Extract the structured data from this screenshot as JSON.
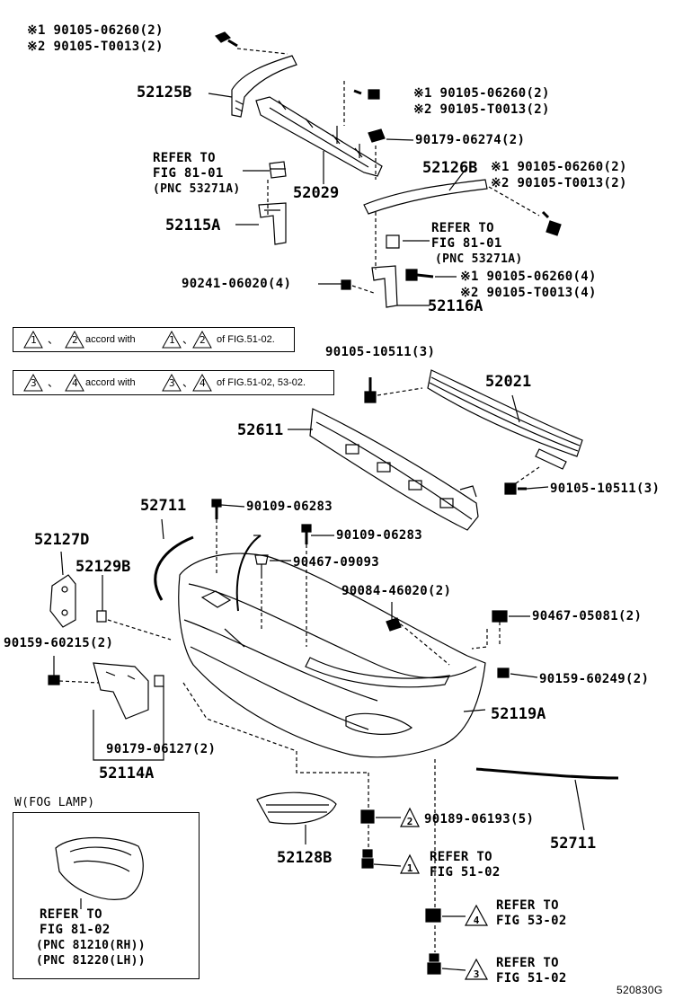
{
  "diagram_id": "520830G",
  "notes": {
    "note1": {
      "sym_a": "1",
      "sym_b": "2",
      "text_mid": "accord with",
      "text_end": "of FIG.51-02."
    },
    "note2": {
      "sym_a": "3",
      "sym_b": "4",
      "text_mid": "accord with",
      "text_end": "of FIG.51-02, 53-02."
    }
  },
  "fog_lamp_box": {
    "title": "W(FOG LAMP)",
    "refer": "REFER TO",
    "fig": "FIG 81-02",
    "pnc_rh": "(PNC 81210(RH))",
    "pnc_lh": "(PNC 81220(LH))"
  },
  "labels": {
    "l01": "※1 90105-06260(2)",
    "l02": "※2 90105-T0013(2)",
    "l03": "52125B",
    "l04": "※1 90105-06260(2)",
    "l05": "※2 90105-T0013(2)",
    "l06": "90179-06274(2)",
    "l07": "REFER TO",
    "l08": "FIG 81-01",
    "l09": "(PNC 53271A)",
    "l10": "52029",
    "l11": "52126B",
    "l12": "※1 90105-06260(2)",
    "l13": "※2 90105-T0013(2)",
    "l14": "52115A",
    "l15": "REFER TO",
    "l16": "FIG 81-01",
    "l17": "(PNC 53271A)",
    "l18": "90241-06020(4)",
    "l19": "※1 90105-06260(4)",
    "l20": "※2 90105-T0013(4)",
    "l21": "52116A",
    "l22": "90105-10511(3)",
    "l23": "52021",
    "l24": "52611",
    "l25": "90105-10511(3)",
    "l26": "52711",
    "l27": "90109-06283",
    "l28": "52127D",
    "l29": "90109-06283",
    "l30": "52129B",
    "l31": "90467-09093",
    "l32": "90084-46020(2)",
    "l33": "90467-05081(2)",
    "l34": "90159-60215(2)",
    "l35": "90159-60249(2)",
    "l36": "52119A",
    "l37": "90179-06127(2)",
    "l38": "52114A",
    "l39": "52711",
    "l40": "90189-06193(5)",
    "l41": "52128B",
    "l42": "REFER TO",
    "l43": "FIG 51-02",
    "l44": "REFER TO",
    "l45": "FIG 53-02",
    "l46": "REFER TO",
    "l47": "FIG 51-02"
  },
  "triangles": {
    "t1": "2",
    "t2": "1",
    "t3": "4",
    "t4": "3"
  }
}
